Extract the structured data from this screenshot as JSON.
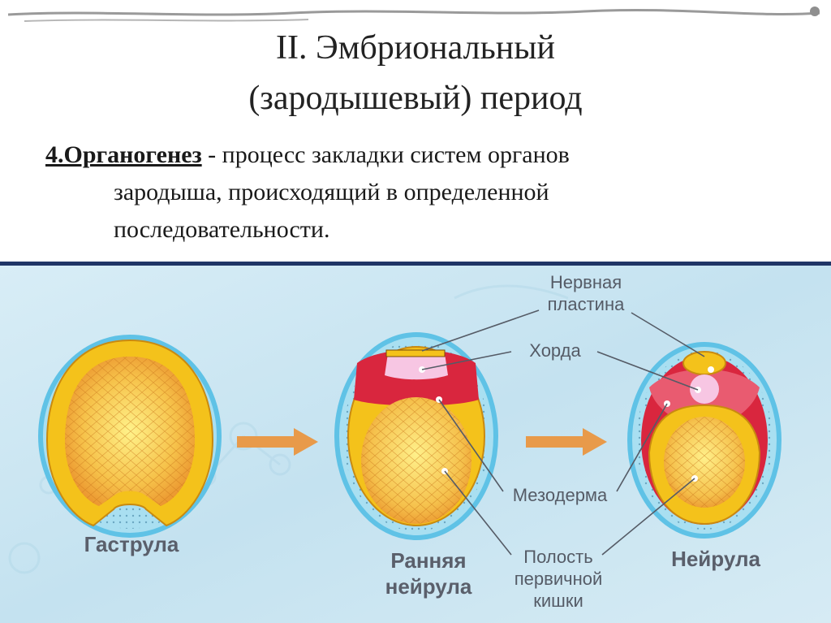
{
  "slide": {
    "title_line1": "II. Эмбриональный",
    "title_line2": "(зародышевый) период",
    "definition_term": "4.Органогенез",
    "definition_dash": " - ",
    "definition_line1": "процесс закладки систем органов",
    "definition_line2": "зародыша, происходящий в определенной",
    "definition_line3": "последовательности."
  },
  "diagram": {
    "stage_labels": {
      "gastrula": "Гаструла",
      "early_neurula_1": "Ранняя",
      "early_neurula_2": "нейрула",
      "neurula": "Нейрула"
    },
    "callouts": {
      "neural_plate_1": "Нервная",
      "neural_plate_2": "пластина",
      "notochord": "Хорда",
      "mesoderm": "Мезодерма",
      "cavity_1": "Полость",
      "cavity_2": "первичной",
      "cavity_3": "кишки"
    },
    "colors": {
      "background": "#cfe7f3",
      "ectoderm": "#f4c21b",
      "endoderm": "#f1a51d",
      "mesoderm": "#d9263e",
      "notochord": "#f7c6e3",
      "outer_halo": "#5fc2e6",
      "arrow": "#e89a4a",
      "callout_text": "#555b66",
      "stage_text": "#5a5f6b",
      "title_rule": "#1f3566"
    }
  }
}
